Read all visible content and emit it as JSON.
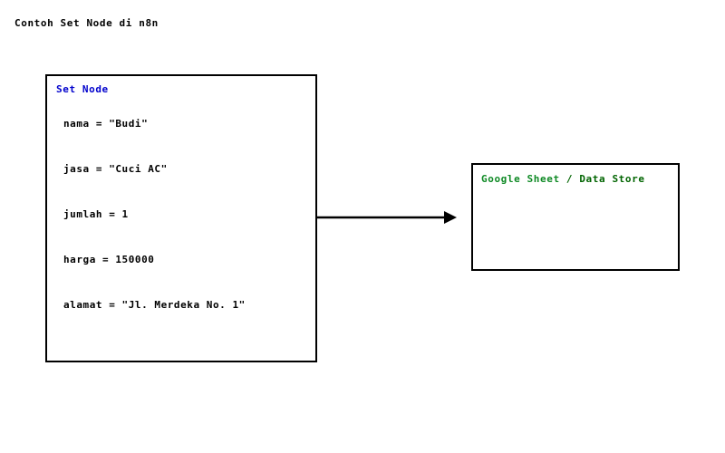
{
  "title": "Contoh Set Node di n8n",
  "background_color": "#ffffff",
  "nodes": {
    "set_node": {
      "header": "Set Node",
      "header_color": "#0000cc",
      "border_color": "#000000",
      "fields": [
        {
          "text": "nama = \"Budi\""
        },
        {
          "text": "jasa = \"Cuci AC\""
        },
        {
          "text": "jumlah = 1"
        },
        {
          "text": "harga = 150000"
        },
        {
          "text": "alamat = \"Jl. Merdeka No. 1\""
        }
      ]
    },
    "sheet_node": {
      "header_primary": "Google Sheet",
      "header_secondary": " / Data Store",
      "header_primary_color": "#0f8a25",
      "header_secondary_color": "#006400",
      "border_color": "#000000"
    }
  },
  "connector": {
    "name": "set-node-to-google-sheet",
    "color": "#000000",
    "direction": "right"
  }
}
